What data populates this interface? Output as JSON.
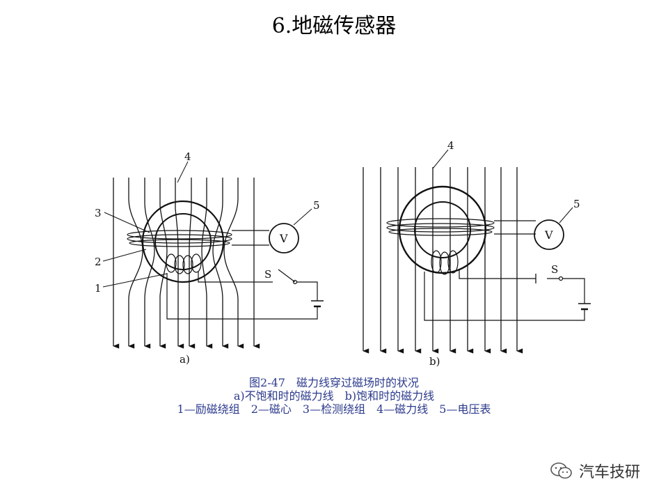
{
  "title": "6.地磁传感器",
  "figure": {
    "label_a": "a)",
    "label_b": "b)",
    "callouts": {
      "n1": "1",
      "n2": "2",
      "n3": "3",
      "n4": "4",
      "n5": "5",
      "switch": "S",
      "voltmeter": "V"
    }
  },
  "caption": {
    "line1": "图2-47　磁力线穿过磁场时的状况",
    "line2": "a)不饱和时的磁力线　b)饱和时的磁力线",
    "line3": "1—励磁绕组　2—磁心　3—检测绕组　4—磁力线　5—电压表"
  },
  "watermark": {
    "text": "汽车技研",
    "icon": "wechat-icon"
  }
}
